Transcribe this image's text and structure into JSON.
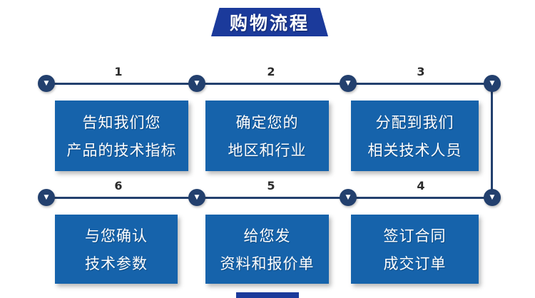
{
  "banner": {
    "title": "购物流程"
  },
  "flow": {
    "top": {
      "steps": [
        "1",
        "2",
        "3"
      ],
      "boxes": [
        {
          "line1": "告知我们您",
          "line2": "产品的技术指标"
        },
        {
          "line1": "确定您的",
          "line2": "地区和行业"
        },
        {
          "line1": "分配到我们",
          "line2": "相关技术人员"
        }
      ]
    },
    "bottom": {
      "steps": [
        "6",
        "5",
        "4"
      ],
      "boxes": [
        {
          "line1": "与您确认",
          "line2": "技术参数"
        },
        {
          "line1": "给您发",
          "line2": "资料和报价单"
        },
        {
          "line1": "签订合同",
          "line2": "成交订单"
        }
      ]
    }
  },
  "icons": {
    "node_arrow": "▼"
  },
  "colors": {
    "ribbon": "#1b3a9b",
    "box": "#1663ab",
    "line": "#23406e"
  }
}
